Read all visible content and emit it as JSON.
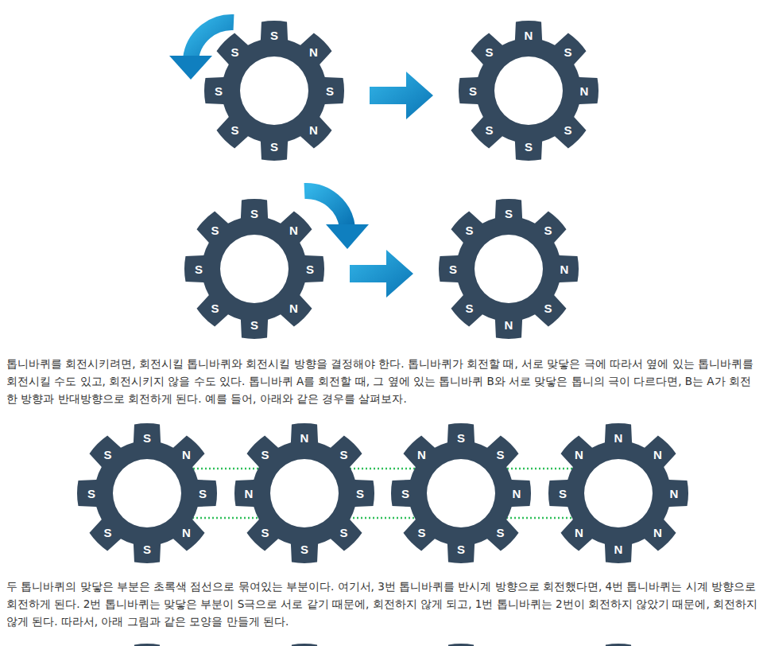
{
  "diagram": {
    "nodes": [
      {
        "text": [
          "S",
          "N",
          "S",
          "N",
          "S",
          "S",
          "S",
          "S"
        ]
      },
      {
        "text": [
          "N",
          "S",
          "N",
          "S",
          "S",
          "S",
          "S",
          "S"
        ]
      },
      {
        "text": [
          "S",
          "N",
          "S",
          "N",
          "S",
          "S",
          "S",
          "S"
        ]
      },
      {
        "text": [
          "S",
          "S",
          "N",
          "S",
          "N",
          "S",
          "S",
          "S"
        ]
      },
      {
        "text": [
          "S",
          "N",
          "S",
          "N",
          "S",
          "S",
          "S",
          "S"
        ]
      },
      {
        "text": [
          "N",
          "S",
          "S",
          "S",
          "S",
          "S",
          "N",
          "S"
        ]
      },
      {
        "text": [
          "S",
          "S",
          "N",
          "S",
          "S",
          "S",
          "S",
          "N"
        ]
      },
      {
        "text": [
          "N",
          "N",
          "N",
          "N",
          "N",
          "N",
          "S",
          "N"
        ]
      }
    ],
    "edges": [
      {
        "from": 0,
        "to": 1,
        "arrow": "to"
      },
      {
        "from": 2,
        "to": 3,
        "arrow": "to"
      }
    ],
    "labels": [
      "톱니바퀴를 회전시키려면, 회전시킬 톱니바퀴와 회전시킬 방향을 결정해야 한다. 톱니바퀴가 회전할 때, 서로 맞닿은 극에 따라서 옆에 있는 톱니바퀴를 회전시킬 수도 있고, 회전시키지 않을 수도 있다. 톱니바퀴 A를 회전할 때, 그 옆에 있는 톱니바퀴 B와 서로 맞닿은 톱니의 극이 다르다면, B는 A가 회전한 방향과 반대방향으로 회전하게 된다. 예를 들어, 아래와 같은 경우를 살펴보자.",
      "두 톱니바퀴의 맞닿은 부분은 초록색 점선으로 묶여있는 부분이다. 여기서, 3번 톱니바퀴를 반시계 방향으로 회전했다면, 4번 톱니바퀴는 시계 방향으로 회전하게 된다. 2번 톱니바퀴는 맞닿은 부분이 S극으로 서로 같기 때문에, 회전하지 않게 되고, 1번 톱니바퀴는 2번이 회전하지 않았기 때문에, 회전하지 않게 된다. 따라서, 아래 그림과 같은 모양을 만들게 된다."
    ]
  }
}
